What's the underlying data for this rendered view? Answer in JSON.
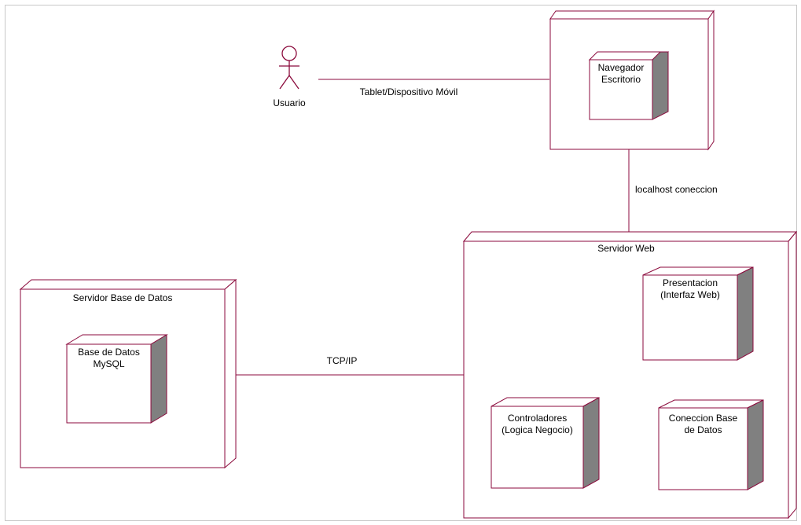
{
  "actor": {
    "label": "Usuario"
  },
  "connections": {
    "tablet": "Tablet/Dispositivo Móvil",
    "localhost": "localhost coneccion",
    "tcpip": "TCP/IP"
  },
  "nodes": {
    "navegador_box": {
      "title": ""
    },
    "navegador": {
      "label": "Navegador\nEscritorio"
    },
    "servidor_web": {
      "title": "Servidor Web"
    },
    "presentacion": {
      "label": "Presentacion\n(Interfaz Web)"
    },
    "controladores": {
      "label": "Controladores\n(Logica Negocio)"
    },
    "conexion_bd": {
      "label": "Coneccion Base\nde Datos"
    },
    "servidor_bd": {
      "title": "Servidor Base de Datos"
    },
    "base_datos": {
      "label": "Base de Datos\nMySQL"
    }
  },
  "colors": {
    "node_outline": "#8b0a3c",
    "node_side": "#808080",
    "line": "#8b0a3c"
  }
}
